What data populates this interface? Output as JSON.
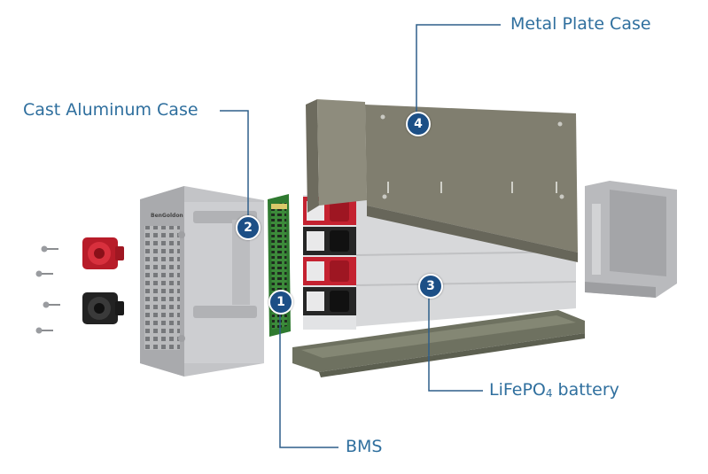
{
  "labels": {
    "metal_plate_case": "Metal Plate Case",
    "cast_aluminum_case": "Cast Aluminum Case",
    "lifepo4_battery_prefix": "LiFePO",
    "lifepo4_battery_sub": "4",
    "lifepo4_battery_suffix": " battery",
    "bms": "BMS"
  },
  "badges": {
    "bms": "1",
    "cast_aluminum_case": "2",
    "lifepo4_battery": "3",
    "metal_plate_case": "4"
  },
  "brand_mark": "BenGoldon",
  "colors": {
    "label_text": "#2f6f9e",
    "leader_line": "#2f5f8a",
    "badge_fill": "#1c4f86",
    "terminal_red": "#c8202e",
    "terminal_black": "#2a2a2a",
    "metal_case": "#7d7b6c",
    "aluminum_case": "#c9cacc",
    "pcb_green": "#3c8a3a"
  }
}
